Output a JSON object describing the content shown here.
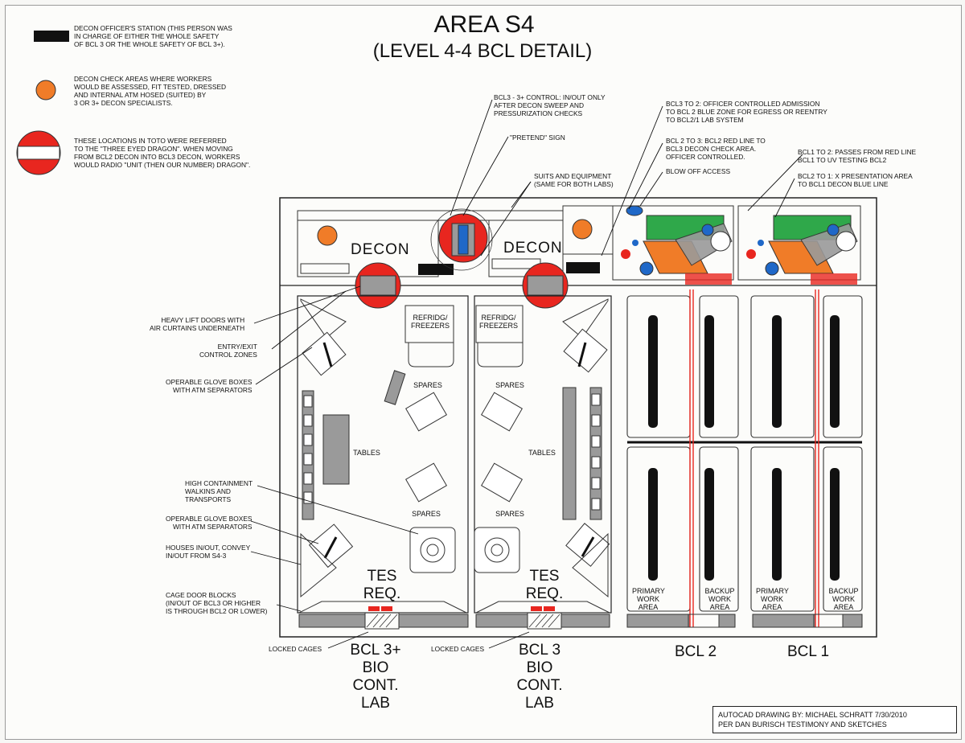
{
  "title": "AREA S4",
  "subtitle": "(LEVEL 4-4 BCL DETAIL)",
  "legend": {
    "officer_station": "DECON OFFICER'S STATION (THIS PERSON WAS\nIN CHARGE OF EITHER THE WHOLE SAFETY\nOF BCL 3 OR THE WHOLE SAFETY OF BCL 3+).",
    "check_areas": "DECON CHECK AREAS WHERE WORKERS\nWOULD BE ASSESSED, FIT TESTED, DRESSED\nAND INTERNAL ATM HOSED (SUITED) BY\n3 OR 3+ DECON SPECIALISTS.",
    "three_eyed_dragon": "THESE LOCATIONS IN TOTO WERE REFERRED\nTO THE \"THREE EYED DRAGON\". WHEN MOVING\nFROM BCL2 DECON INTO BCL3 DECON, WORKERS\nWOULD RADIO \"UNIT (THEN OUR NUMBER) DRAGON\"."
  },
  "callouts": {
    "bcl3_control": "BCL3 - 3+ CONTROL: IN/OUT ONLY\nAFTER DECON SWEEP AND\nPRESSURIZATION CHECKS",
    "pretend_sign": "\"PRETEND\" SIGN",
    "suits": "SUITS AND EQUIPMENT\n(SAME FOR BOTH LABS)",
    "bcl3_to_2": "BCL3 TO 2: OFFICER CONTROLLED ADMISSION\nTO BCL 2 BLUE ZONE FOR EGRESS OR REENTRY\nTO BCL2/1 LAB SYSTEM",
    "bcl2_to_3": "BCL 2 TO 3: BCL2 RED LINE TO\nBCL3 DECON CHECK AREA.\nOFFICER CONTROLLED.",
    "blow_off": "BLOW OFF ACCESS",
    "bcl1_to_2": "BCL1 TO 2: PASSES FROM RED LINE\nBCL1 TO UV TESTING BCL2",
    "bcl2_to_1": "BCL2 TO 1: X PRESENTATION AREA\nTO BCL1 DECON BLUE LINE",
    "heavy_lift": "HEAVY LIFT DOORS WITH\nAIR CURTAINS UNDERNEATH",
    "entry_exit": "ENTRY/EXIT\nCONTROL ZONES",
    "glove_boxes_1": "OPERABLE GLOVE BOXES\nWITH ATM SEPARATORS",
    "high_containment": "HIGH CONTAINMENT\nWALKINS AND\nTRANSPORTS",
    "glove_boxes_2": "OPERABLE GLOVE BOXES\nWITH ATM SEPARATORS",
    "houses": "HOUSES IN/OUT, CONVEY\nIN/OUT FROM S4-3",
    "cage_door": "CAGE DOOR BLOCKS\n(IN/OUT OF BCL3 OR HIGHER\nIS THROUGH BCL2 OR LOWER)",
    "locked_cages_1": "LOCKED CAGES",
    "locked_cages_2": "LOCKED CAGES"
  },
  "rooms": {
    "decon_left": "DECON",
    "decon_right": "DECON",
    "refridg_left": "REFRIDG/\nFREEZERS",
    "refridg_right": "REFRIDG/\nFREEZERS",
    "tables_left": "TABLES",
    "tables_right": "TABLES",
    "spares_1": "SPARES",
    "spares_2": "SPARES",
    "spares_3": "SPARES",
    "spares_4": "SPARES",
    "tes_left": "TES\nREQ.",
    "tes_right": "TES\nREQ.",
    "primary_1": "PRIMARY\nWORK\nAREA",
    "backup_1": "BACKUP\nWORK\nAREA",
    "primary_2": "PRIMARY\nWORK\nAREA",
    "backup_2": "BACKUP\nWORK\nAREA"
  },
  "labs": {
    "bcl3plus": "BCL 3+\nBIO\nCONT.\nLAB",
    "bcl3": "BCL 3\nBIO\nCONT.\nLAB",
    "bcl2": "BCL 2",
    "bcl1": "BCL 1"
  },
  "credit": "AUTOCAD DRAWING BY: MICHAEL SCHRATT 7/30/2010\nPER DAN BURISCH TESTIMONY AND SKETCHES",
  "colors": {
    "red": "#e8261f",
    "orange": "#f07c28",
    "green": "#2fa84a",
    "blue": "#1f68c8",
    "gray": "#8a8a8a",
    "black": "#111111"
  }
}
